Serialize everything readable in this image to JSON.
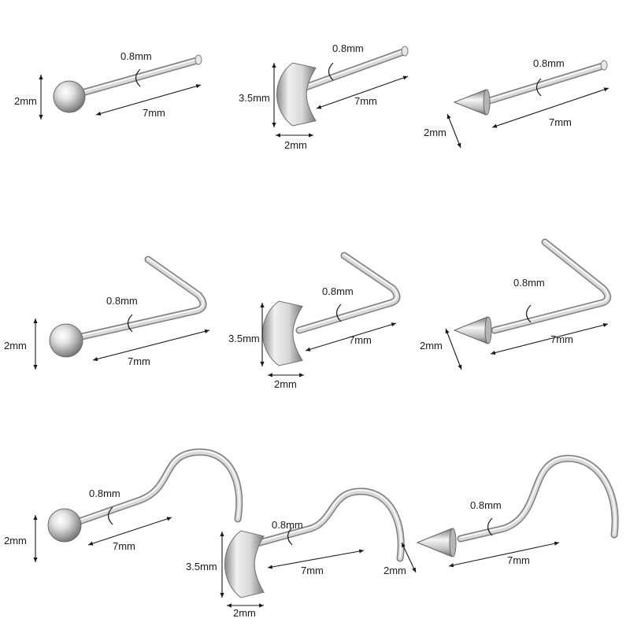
{
  "colors": {
    "metal_light": "#f4f4f4",
    "metal_mid": "#c9c9c9",
    "metal_dark": "#8a8a8a",
    "ink": "#1a1a1a"
  },
  "items": [
    {
      "shape": "ball",
      "post": "straight",
      "gauge": "0.8mm",
      "length": "7mm",
      "head": "2mm"
    },
    {
      "shape": "moon",
      "post": "straight",
      "gauge": "0.8mm",
      "length": "7mm",
      "head_height": "3.5mm",
      "head_width": "2mm"
    },
    {
      "shape": "spike",
      "post": "straight",
      "gauge": "0.8mm",
      "length": "7mm",
      "head": "2mm"
    },
    {
      "shape": "ball",
      "post": "L-shape",
      "gauge": "0.8mm",
      "length": "7mm",
      "head": "2mm"
    },
    {
      "shape": "moon",
      "post": "L-shape",
      "gauge": "0.8mm",
      "length": "7mm",
      "head_height": "3.5mm",
      "head_width": "2mm"
    },
    {
      "shape": "spike",
      "post": "L-shape",
      "gauge": "0.8mm",
      "length": "7mm",
      "head": "2mm"
    },
    {
      "shape": "ball",
      "post": "screw",
      "gauge": "0.8mm",
      "length": "7mm",
      "head": "2mm"
    },
    {
      "shape": "moon",
      "post": "screw",
      "gauge": "0.8mm",
      "length": "7mm",
      "head_height": "3.5mm",
      "head_width": "2mm"
    },
    {
      "shape": "spike",
      "post": "screw",
      "gauge": "0.8mm",
      "length": "7mm",
      "head": "2mm"
    }
  ]
}
